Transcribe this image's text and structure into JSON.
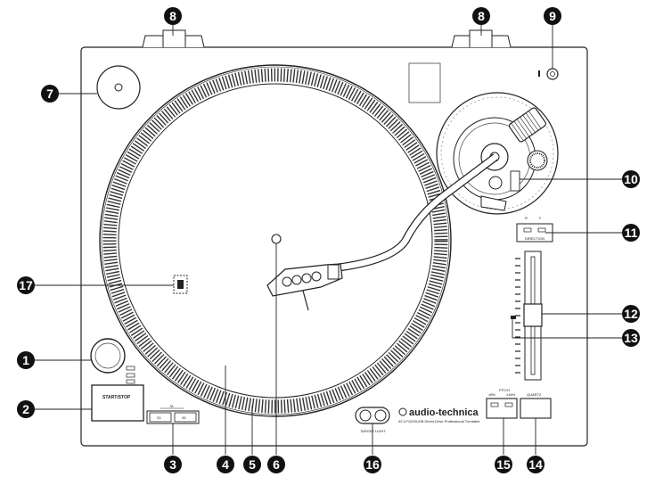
{
  "diagram": {
    "callouts": [
      "1",
      "2",
      "3",
      "4",
      "5",
      "6",
      "7",
      "8",
      "8",
      "9",
      "10",
      "11",
      "12",
      "13",
      "14",
      "15",
      "16",
      "17"
    ],
    "labels": {
      "start_stop": "START/STOP",
      "speed_header": "78",
      "speed_33": "33",
      "speed_45": "45",
      "brand": "audio-technica",
      "model_line": "AT-LP120XUSB Direct-Drive Professional Turntable",
      "target_light": "TARGET LIGHT",
      "direction_r": "R",
      "direction_f": "F",
      "direction": "DIRECTION",
      "pitch": "PITCH",
      "pitch_range_a": "±8%",
      "pitch_range_b": "±16%",
      "quartz": "QUARTZ"
    }
  }
}
